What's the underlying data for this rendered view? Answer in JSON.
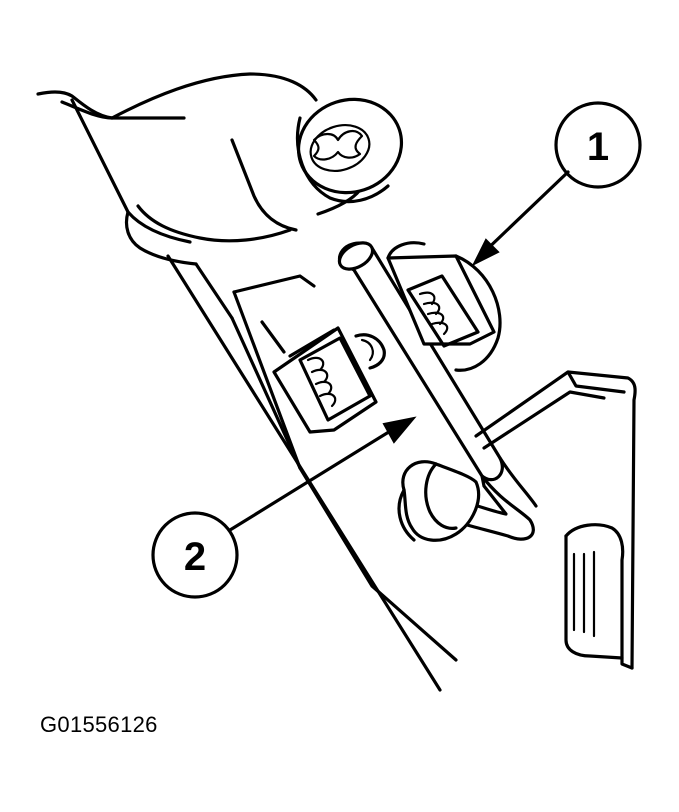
{
  "figure": {
    "callouts": [
      {
        "number": "1"
      },
      {
        "number": "2"
      }
    ],
    "figure_id": "G01556126"
  }
}
